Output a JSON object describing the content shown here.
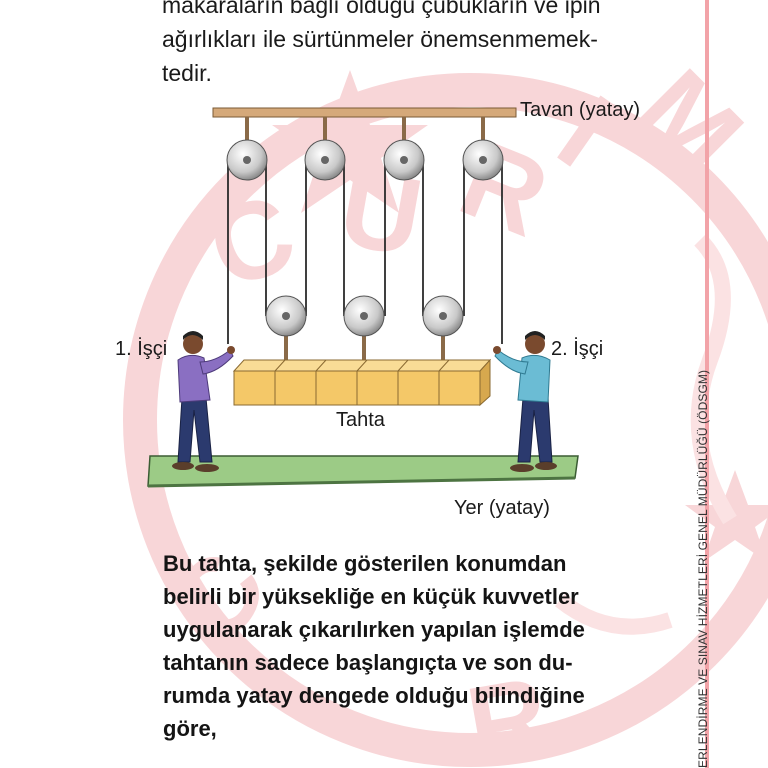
{
  "intro_lines": [
    "makaraların bağlı olduğu çubukların ve ipin",
    "ağırlıkları ile sürtünmeler önemsenmemek-",
    "tedir."
  ],
  "figure": {
    "ceiling_label": "Tavan (yatay)",
    "worker1_label": "1. İşçi",
    "worker2_label": "2. İşçi",
    "board_label": "Tahta",
    "ground_label": "Yer (yatay)"
  },
  "question_lines": [
    "Bu tahta, şekilde gösterilen konumdan",
    "belirli bir yüksekliğe en küçük kuvvetler",
    "uygulanarak çıkarılırken yapılan işlemde",
    "tahtanın sadece başlangıçta ve son du-",
    "rumda yatay dengede olduğu bilindiğine",
    "göre,"
  ],
  "side_text": "ERLENDİRME VE SINAV HİZMETLERİ GENEL MÜDÜRLÜĞÜ (ÖDSGM)",
  "colors": {
    "ceiling": "#d5a97a",
    "board": "#f4c868",
    "ground": "#9ccb86",
    "watermark": "#f8d6d8",
    "worker1_shirt": "#8a6fc2",
    "worker2_shirt": "#6bbcd4",
    "trousers": "#2b3a6e"
  },
  "icons": [
    "pulley-icon",
    "worker-icon",
    "watermark-seal-icon"
  ]
}
